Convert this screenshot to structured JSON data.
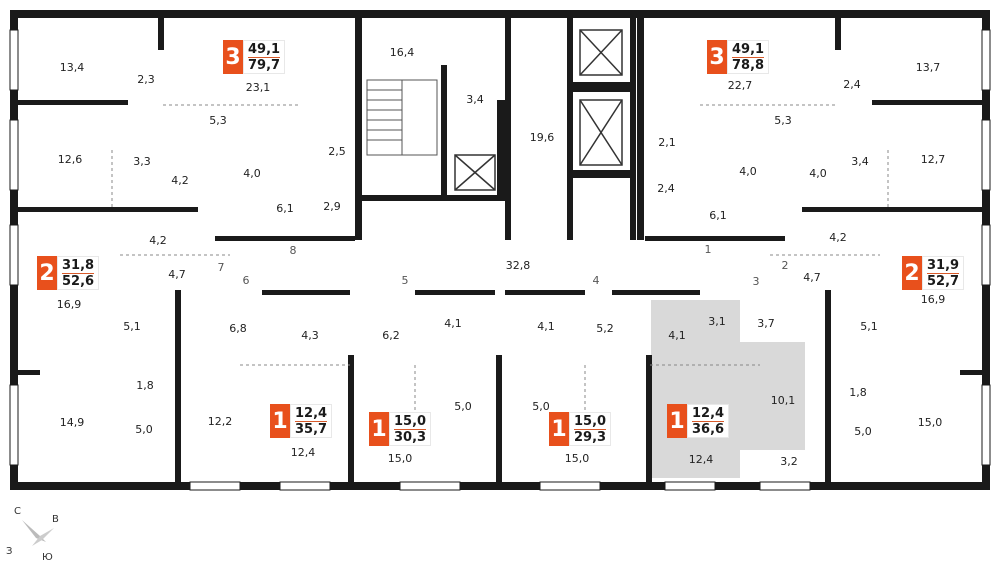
{
  "colors": {
    "accent": "#e8501c",
    "wall": "#1a1a1a",
    "highlight": "#d9d9d9"
  },
  "apartments": [
    {
      "id": "apt-3-left",
      "rooms": "3",
      "living": "49,1",
      "total": "79,7"
    },
    {
      "id": "apt-3-right",
      "rooms": "3",
      "living": "49,1",
      "total": "78,8"
    },
    {
      "id": "apt-2-left",
      "rooms": "2",
      "living": "31,8",
      "total": "52,6"
    },
    {
      "id": "apt-2-right",
      "rooms": "2",
      "living": "31,9",
      "total": "52,7"
    },
    {
      "id": "apt-1-a",
      "rooms": "1",
      "living": "12,4",
      "total": "35,7"
    },
    {
      "id": "apt-1-b",
      "rooms": "1",
      "living": "15,0",
      "total": "30,3"
    },
    {
      "id": "apt-1-c",
      "rooms": "1",
      "living": "15,0",
      "total": "29,3"
    },
    {
      "id": "apt-1-d",
      "rooms": "1",
      "living": "12,4",
      "total": "36,6"
    }
  ],
  "room_areas": [
    "13,4",
    "2,3",
    "23,1",
    "16,4",
    "3,4",
    "19,6",
    "22,7",
    "2,4",
    "13,7",
    "5,3",
    "5,3",
    "12,6",
    "3,3",
    "4,2",
    "4,0",
    "2,5",
    "2,9",
    "2,1",
    "2,4",
    "4,0",
    "4,0",
    "3,4",
    "12,7",
    "6,1",
    "6,1",
    "4,2",
    "4,2",
    "4,7",
    "4,7",
    "32,8",
    "16,9",
    "16,9",
    "5,1",
    "6,8",
    "4,3",
    "6,2",
    "4,1",
    "4,1",
    "5,2",
    "4,1",
    "3,1",
    "3,7",
    "5,1",
    "1,8",
    "12,2",
    "5,0",
    "5,0",
    "10,1",
    "1,8",
    "14,9",
    "5,0",
    "15,0",
    "15,0",
    "12,4",
    "12,4",
    "3,2",
    "5,0",
    "15,0"
  ],
  "door_numbers": [
    "1",
    "2",
    "3",
    "4",
    "5",
    "6",
    "7",
    "8"
  ],
  "compass": {
    "north": "С",
    "east": "В",
    "south": "Ю",
    "west": "З"
  }
}
